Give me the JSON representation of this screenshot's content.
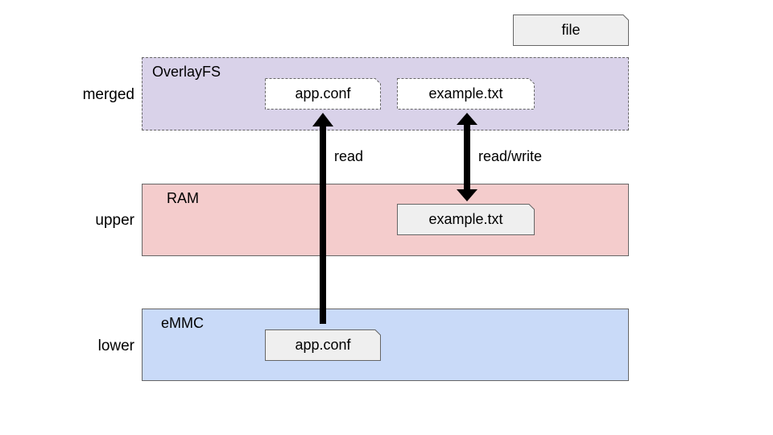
{
  "legend": {
    "label": "file"
  },
  "layers": {
    "merged": {
      "row_label": "merged",
      "name": "OverlayFS",
      "files": [
        "app.conf",
        "example.txt"
      ]
    },
    "upper": {
      "row_label": "upper",
      "name": "RAM",
      "files": [
        "example.txt"
      ]
    },
    "lower": {
      "row_label": "lower",
      "name": "eMMC",
      "files": [
        "app.conf"
      ]
    }
  },
  "arrows": {
    "read": "read",
    "read_write": "read/write"
  },
  "colors": {
    "merged": "#d9d2e9",
    "upper": "#f4cccc",
    "lower": "#c9daf8",
    "file_fill": "#efefef",
    "file_fill_merged": "#ffffff"
  }
}
